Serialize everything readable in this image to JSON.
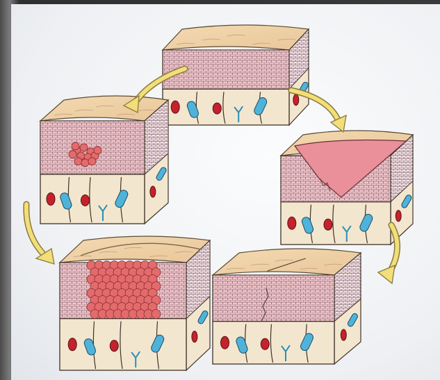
{
  "diagram": {
    "subject": "skin-wound-healing-cycle",
    "blocks": [
      {
        "id": "top",
        "stage": "intact-skin"
      },
      {
        "id": "upper-right",
        "stage": "incision-wound"
      },
      {
        "id": "lower-right",
        "stage": "healed-scar"
      },
      {
        "id": "lower-left",
        "stage": "large-cell-mass"
      },
      {
        "id": "upper-left",
        "stage": "small-cell-cluster"
      }
    ],
    "colors": {
      "skin_surface": "#e9c79a",
      "epidermis_pink": "#efc4c9",
      "dermis_cream": "#f3e6cf",
      "cell_red": "#e46b6b",
      "vessel_blue": "#4fb3d9",
      "blood_cell": "#c4222c",
      "arrow_yellow": "#f2de7a",
      "arrow_outline": "#8a7a3a"
    }
  }
}
